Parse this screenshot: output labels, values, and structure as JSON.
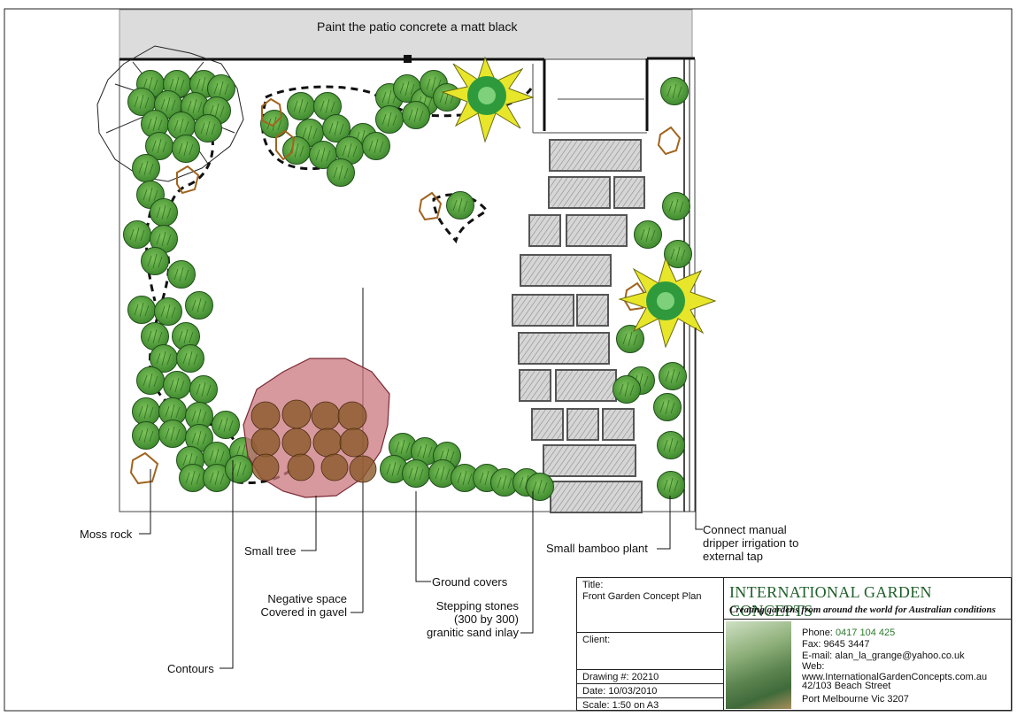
{
  "labels": {
    "patio": "Paint the patio concrete a matt black",
    "moss_rock": "Moss rock",
    "small_tree": "Small tree",
    "negative_space_1": "Negative space",
    "negative_space_2": "Covered in gavel",
    "contours": "Contours",
    "ground_covers": "Ground covers",
    "stepping_1": "Stepping stones",
    "stepping_2": "(300 by 300)",
    "stepping_3": "granitic sand inlay",
    "bamboo": "Small bamboo plant",
    "irrigation_1": "Connect manual",
    "irrigation_2": "dripper irrigation to",
    "irrigation_3": "external tap"
  },
  "title_block": {
    "title_label": "Title:",
    "title_value": "Front Garden Concept Plan",
    "client_label": "Client:",
    "drawing": "Drawing #: 20210",
    "date": "Date: 10/03/2010",
    "scale": "Scale: 1:50 on A3",
    "company": "INTERNATIONAL GARDEN CONCEPTS",
    "tagline": "Creating gardens from around the world for Australian conditions",
    "phone_label": "Phone:",
    "phone": "0417 104 425",
    "fax": "Fax: 9645 3447",
    "email": "E-mail: alan_la_grange@yahoo.co.uk",
    "web": "Web: www.InternationalGardenConcepts.com.au",
    "address_1": "42/103 Beach Street",
    "address_2": "Port Melbourne Vic 3207"
  },
  "colors": {
    "shrub": "#5aa83f",
    "shrub_dark": "#2f6e24",
    "tree": "#c9757e",
    "patio": "#dcdcdc",
    "rock": "#a0641e",
    "bamboo_yellow": "#e8e62a",
    "bamboo_green": "#2e9a3c",
    "stone": "#cfcfcf"
  }
}
